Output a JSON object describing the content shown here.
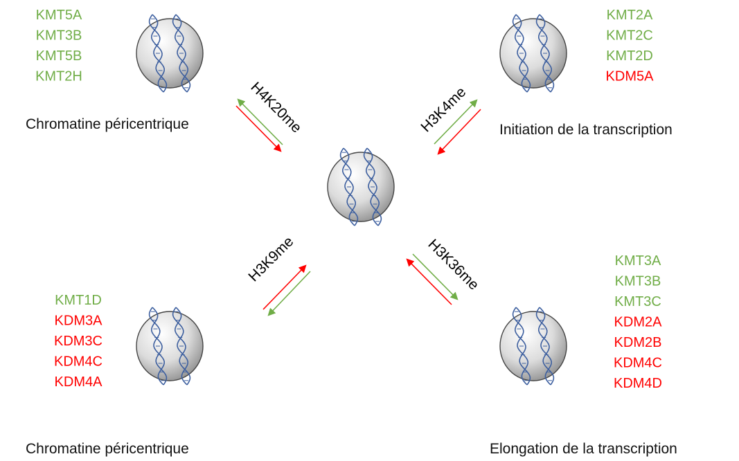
{
  "colors": {
    "writer": "#70ad47",
    "eraser": "#ff0000",
    "dna": "#3d5f9f",
    "nucleosome_fill": "#e3e3e3",
    "nucleosome_edge": "#444444"
  },
  "top_left": {
    "enzymes": [
      {
        "name": "KMT5A",
        "kind": "writer"
      },
      {
        "name": "KMT3B",
        "kind": "writer"
      },
      {
        "name": "KMT5B",
        "kind": "writer"
      },
      {
        "name": "KMT2H",
        "kind": "writer"
      }
    ],
    "caption": "Chromatine péricentrique"
  },
  "top_right": {
    "enzymes": [
      {
        "name": "KMT2A",
        "kind": "writer"
      },
      {
        "name": "KMT2C",
        "kind": "writer"
      },
      {
        "name": "KMT2D",
        "kind": "writer"
      },
      {
        "name": "KDM5A",
        "kind": "eraser"
      }
    ],
    "caption": "Initiation de la transcription"
  },
  "bottom_left": {
    "enzymes": [
      {
        "name": "KMT1D",
        "kind": "writer"
      },
      {
        "name": "KDM3A",
        "kind": "eraser"
      },
      {
        "name": "KDM3C",
        "kind": "eraser"
      },
      {
        "name": "KDM4C",
        "kind": "eraser"
      },
      {
        "name": "KDM4A",
        "kind": "eraser"
      }
    ],
    "caption": "Chromatine péricentrique"
  },
  "bottom_right": {
    "enzymes": [
      {
        "name": "KMT3A",
        "kind": "writer"
      },
      {
        "name": "KMT3B",
        "kind": "writer"
      },
      {
        "name": "KMT3C",
        "kind": "writer"
      },
      {
        "name": "KDM2A",
        "kind": "eraser"
      },
      {
        "name": "KDM2B",
        "kind": "eraser"
      },
      {
        "name": "KDM4C",
        "kind": "eraser"
      },
      {
        "name": "KDM4D",
        "kind": "eraser"
      }
    ],
    "caption": "Elongation de la transcription"
  },
  "marks": {
    "top_left": "H4K20me",
    "top_right": "H3K4me",
    "bottom_left": "H3K9me",
    "bottom_right": "H3K36me"
  }
}
